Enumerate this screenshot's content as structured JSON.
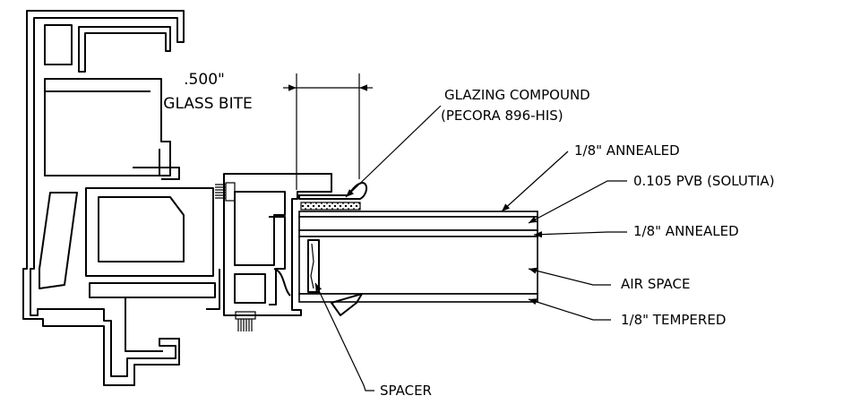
{
  "glass_bite": {
    "dimension": ".500\"",
    "label": "GLASS BITE"
  },
  "callouts": {
    "glazing_compound_line1": "GLAZING COMPOUND",
    "glazing_compound_line2": "(PECORA 896-HIS)",
    "annealed_outer": "1/8\" ANNEALED",
    "pvb": "0.105 PVB (SOLUTIA)",
    "annealed_inner": "1/8\" ANNEALED",
    "air_space": "AIR SPACE",
    "tempered": "1/8\" TEMPERED",
    "spacer": "SPACER"
  }
}
